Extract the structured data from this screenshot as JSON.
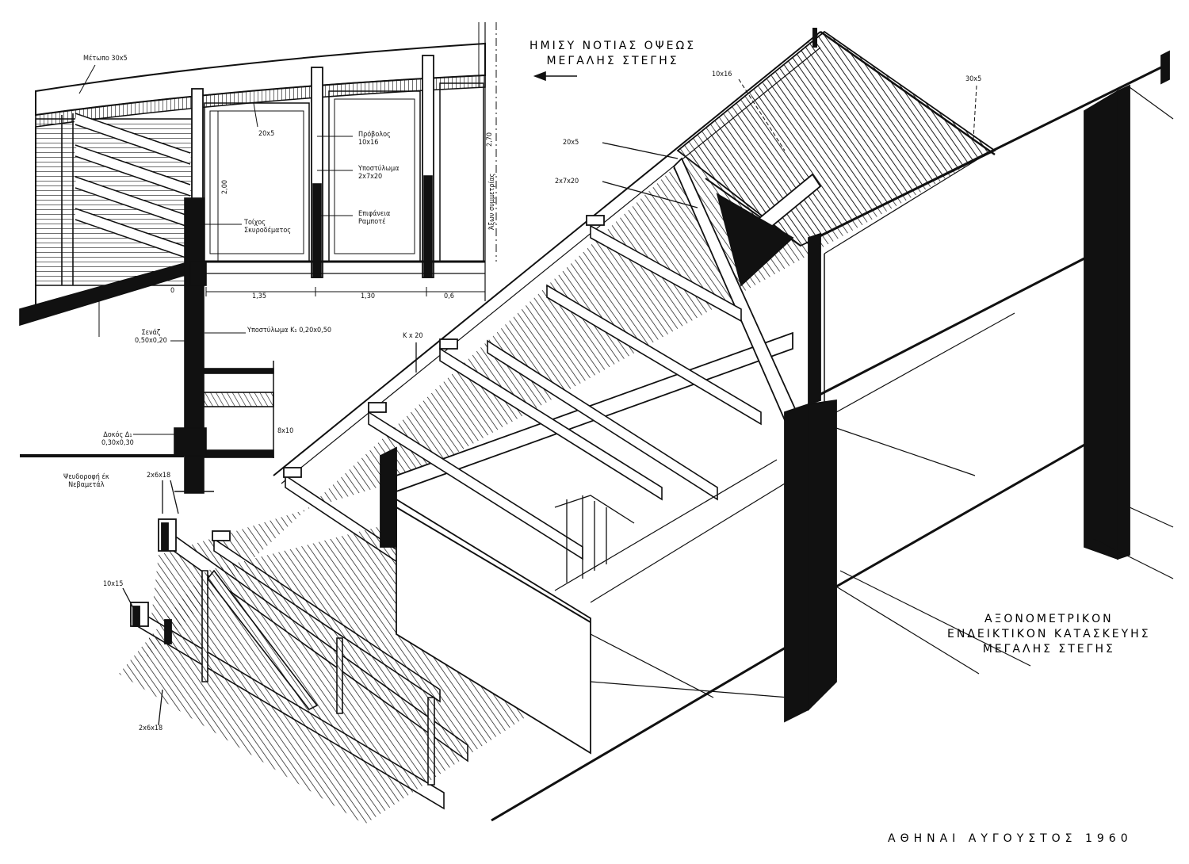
{
  "titles": {
    "elevation_line1": "ΗΜΙΣΥ ΝΟΤΙΑΣ ΟΨΕΩΣ",
    "elevation_line2": "ΜΕΓΑΛΗΣ ΣΤΕΓΗΣ",
    "axo_line1": "ΑΞΟΝΟΜΕΤΡΙΚΟΝ",
    "axo_line2": "ΕΝΔΕΙΚΤΙΚΟΝ ΚΑΤΑΣΚΕΥΗΣ",
    "axo_line3": "ΜΕΓΑΛΗΣ ΣΤΕΓΗΣ",
    "footer": "ΑΘΗΝΑΙ ΑΥΓΟΥΣΤΟΣ 1960"
  },
  "elevation_labels": {
    "metopo": "Μέτωπο 30x5",
    "rafter": "20x5",
    "profolos_1": "Πρόβολος",
    "profolos_2": "10x16",
    "ypostylwma_1": "Υποστύλωμα",
    "ypostylwma_2": "2x7x20",
    "epifaneia_1": "Επιφάνεια",
    "epifaneia_2": "Ραμποτέ",
    "toixos_1": "Τοίχος",
    "toixos_2": "Σκυροδέματος",
    "height_200": "2,00",
    "height_270": "2,70",
    "axis_symmetry": "Άξων συμμετρίας",
    "dim_1": "1,35",
    "dim_2": "1,30",
    "dim_3": "0,6",
    "zero": "0",
    "senaz_1": "Σενάζ",
    "senaz_2": "0,50x0,20",
    "ypostylwma_k": "Υποστύλωμα Κ₁ 0,20x0,50",
    "dokos_1": "Δοκός Δ₁",
    "dokos_2": "0,30x0,30",
    "pseudorofi_1": "Ψευδοροφή έκ",
    "pseudorofi_2": "Νεβαμετάλ"
  },
  "axo_labels": {
    "a_10x16": "10x16",
    "a_30x5": "30x5",
    "a_20x5": "20x5",
    "a_2x7x20": "2x7x20",
    "a_k20": "K x 20",
    "a_8x10": "8x10",
    "a_2x6x18_top": "2x6x18",
    "a_10x15": "10x15",
    "a_2x6x18_bottom": "2x6x18"
  }
}
